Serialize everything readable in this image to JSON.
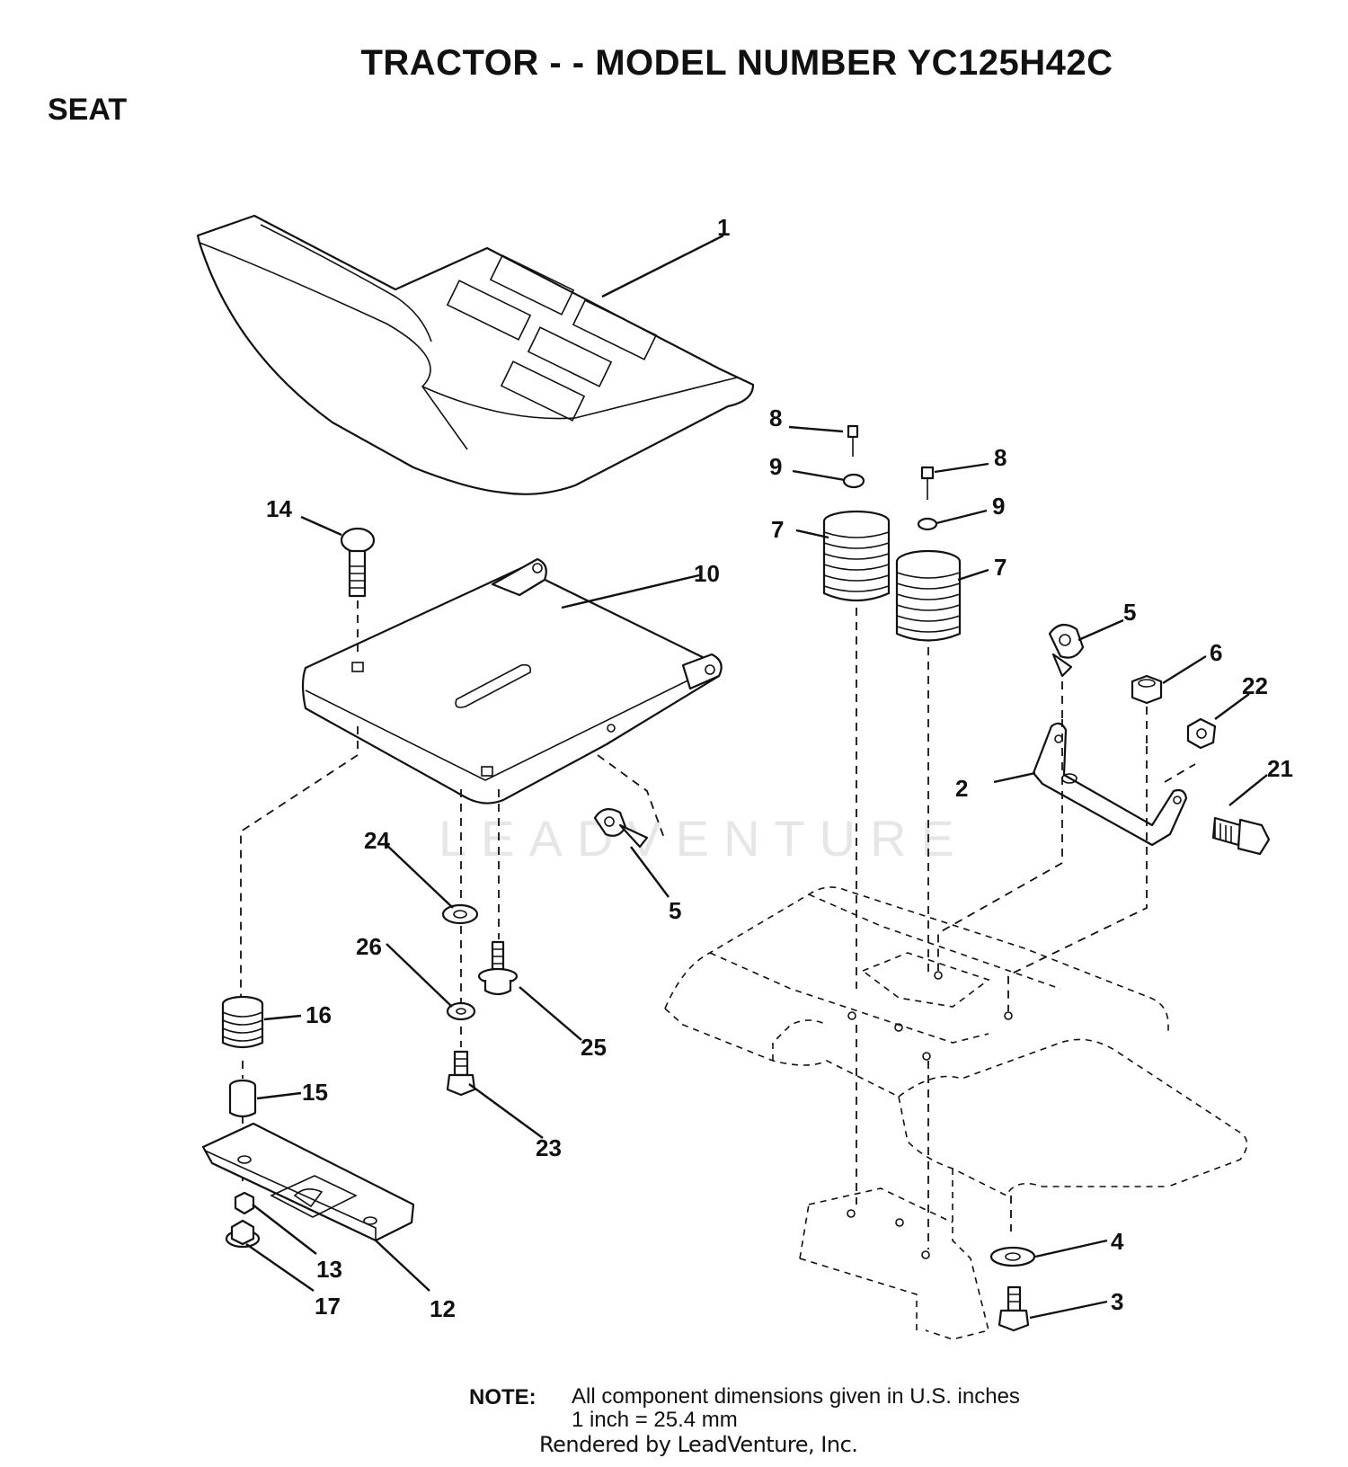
{
  "header": {
    "title": "TRACTOR - - MODEL NUMBER YC125H42C",
    "section": "SEAT"
  },
  "watermark": "LEADVENTURE",
  "callouts": [
    {
      "id": "callout-1",
      "text": "1"
    },
    {
      "id": "callout-2",
      "text": "2"
    },
    {
      "id": "callout-3",
      "text": "3"
    },
    {
      "id": "callout-4",
      "text": "4"
    },
    {
      "id": "callout-5a",
      "text": "5"
    },
    {
      "id": "callout-5b",
      "text": "5"
    },
    {
      "id": "callout-6",
      "text": "6"
    },
    {
      "id": "callout-7a",
      "text": "7"
    },
    {
      "id": "callout-7b",
      "text": "7"
    },
    {
      "id": "callout-8a",
      "text": "8"
    },
    {
      "id": "callout-8b",
      "text": "8"
    },
    {
      "id": "callout-9a",
      "text": "9"
    },
    {
      "id": "callout-9b",
      "text": "9"
    },
    {
      "id": "callout-10",
      "text": "10"
    },
    {
      "id": "callout-12",
      "text": "12"
    },
    {
      "id": "callout-13",
      "text": "13"
    },
    {
      "id": "callout-14",
      "text": "14"
    },
    {
      "id": "callout-15",
      "text": "15"
    },
    {
      "id": "callout-16",
      "text": "16"
    },
    {
      "id": "callout-17",
      "text": "17"
    },
    {
      "id": "callout-21",
      "text": "21"
    },
    {
      "id": "callout-22",
      "text": "22"
    },
    {
      "id": "callout-23",
      "text": "23"
    },
    {
      "id": "callout-24",
      "text": "24"
    },
    {
      "id": "callout-25",
      "text": "25"
    },
    {
      "id": "callout-26",
      "text": "26"
    }
  ],
  "note": {
    "label": "NOTE:",
    "line1": "All component dimensions given in U.S. inches",
    "line2": "1 inch = 25.4 mm"
  },
  "footer": {
    "rendered_by": "Rendered by LeadVenture, Inc."
  }
}
